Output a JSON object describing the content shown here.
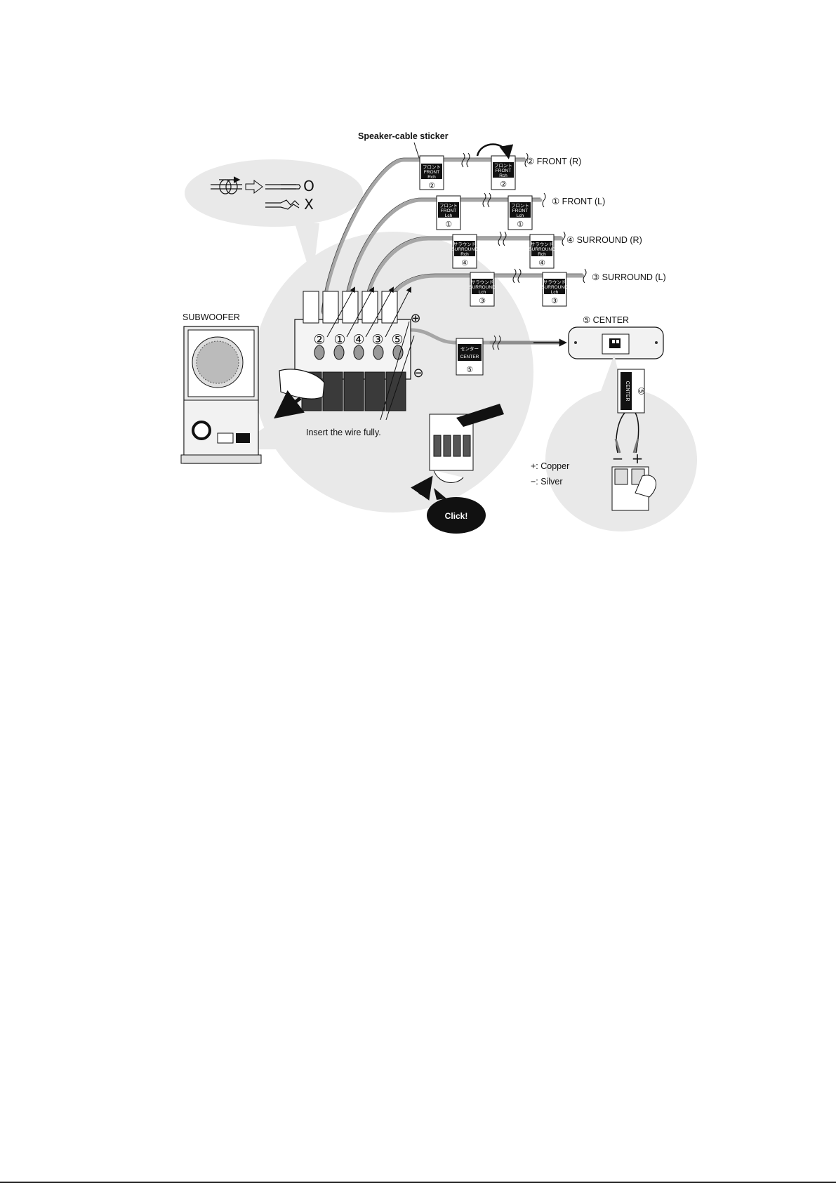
{
  "labels": {
    "sticker_callout": "Speaker-cable sticker",
    "subwoofer": "SUBWOOFER",
    "front_r": "② FRONT (R)",
    "front_l": "① FRONT (L)",
    "surround_r": "④ SURROUND (R)",
    "surround_l": "③ SURROUND (L)",
    "center": "⑤ CENTER",
    "insert_wire": "Insert the wire fully.",
    "click": "Click!",
    "copper": "+: Copper",
    "silver": "−: Silver",
    "plus_mark": "⊕",
    "minus_mark": "⊖",
    "good_mark": "O",
    "bad_mark": "X",
    "pol_minus": "−",
    "pol_plus": "+"
  },
  "terminals": [
    "②",
    "①",
    "④",
    "③",
    "⑤"
  ],
  "stickers": {
    "front_r": {
      "jp": "フロント",
      "en": "FRONT",
      "ch": "Rch",
      "num": "②"
    },
    "front_l": {
      "jp": "フロント",
      "en": "FRONT",
      "ch": "Lch",
      "num": "①"
    },
    "surround_r": {
      "jp": "サラウンド",
      "en": "SURROUND",
      "ch": "Rch",
      "num": "④"
    },
    "surround_l": {
      "jp": "サラウンド",
      "en": "SURROUND",
      "ch": "Lch",
      "num": "③"
    },
    "center": {
      "jp": "センター",
      "en": "CENTER",
      "num": "⑤"
    }
  },
  "colors": {
    "bubble": "#e9e9e9",
    "cable": "#a6a6a6",
    "sticker": "#111111",
    "ink": "#111111"
  }
}
